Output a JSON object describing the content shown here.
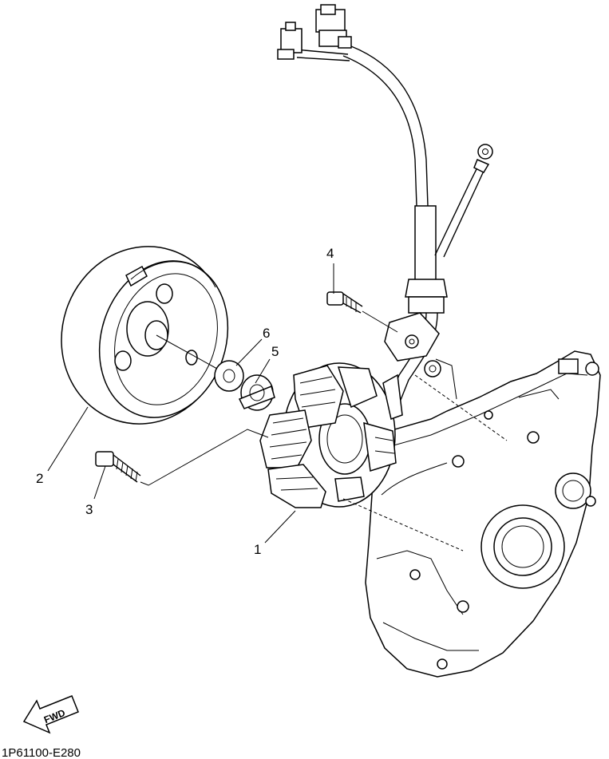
{
  "callouts": [
    "1",
    "2",
    "3",
    "4",
    "5",
    "6"
  ],
  "drawing_code": "1P61100-E280",
  "direction_label": "FWD"
}
